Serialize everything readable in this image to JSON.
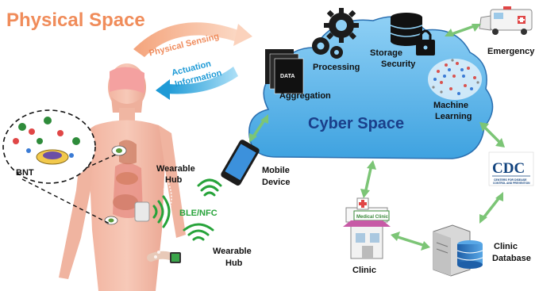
{
  "physical_space": {
    "title": "Physical Space"
  },
  "arc_labels": {
    "sensing": "Physical Sensing",
    "actuation_1": "Actuation",
    "actuation_2": "Information"
  },
  "body": {
    "bnt": "BNT",
    "wearable_hub_1": "Wearable",
    "wearable_hub_2": "Hub",
    "ble_nfc": "BLE/NFC"
  },
  "wrist": {
    "label_1": "Wearable",
    "label_2": "Hub"
  },
  "mobile": {
    "label_1": "Mobile",
    "label_2": "Device"
  },
  "cyber": {
    "title": "Cyber Space",
    "data_stack": "DATA",
    "aggregation": "Aggregation",
    "processing": "Processing",
    "storage_1": "Storage",
    "storage_2": "Security",
    "ml_1": "Machine",
    "ml_2": "Learning"
  },
  "emergency": {
    "label": "Emergency"
  },
  "cdc": {
    "logo_text": "CDC",
    "sub_1": "CENTERS FOR DISEASE",
    "sub_2": "CONTROL AND PREVENTION"
  },
  "clinic": {
    "label": "Clinic",
    "sign": "Medical Clinic"
  },
  "clinic_db": {
    "label_1": "Clinic",
    "label_2": "Database"
  },
  "colors": {
    "title_orange": "#f08c5a",
    "cloud_blue": "#5fb6ea",
    "cyber_text": "#1a3f8a",
    "arrow_green": "#7cc576",
    "wireless_green": "#27a33a",
    "actuation_blue": "#1e9ad6"
  }
}
